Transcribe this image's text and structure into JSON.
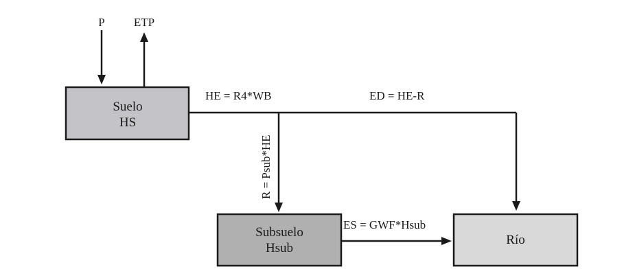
{
  "inputs": {
    "precipitation": "P",
    "evapotranspiration": "ETP"
  },
  "nodes": {
    "suelo": {
      "line1": "Suelo",
      "line2": "HS",
      "fill": "#c3c3c8"
    },
    "subsuelo": {
      "line1": "Subsuelo",
      "line2": "Hsub",
      "fill": "#b0b0b0"
    },
    "rio": {
      "label": "Río",
      "fill": "#d9d9d9"
    }
  },
  "flows": {
    "excess": "HE = R4*WB",
    "direct_runoff": "ED = HE-R",
    "recharge": "R = Psub*HE",
    "subsurface_flow": "ES = GWF*Hsub"
  },
  "colors": {
    "stroke": "#1a1a1a",
    "text": "#1a1a1a"
  }
}
